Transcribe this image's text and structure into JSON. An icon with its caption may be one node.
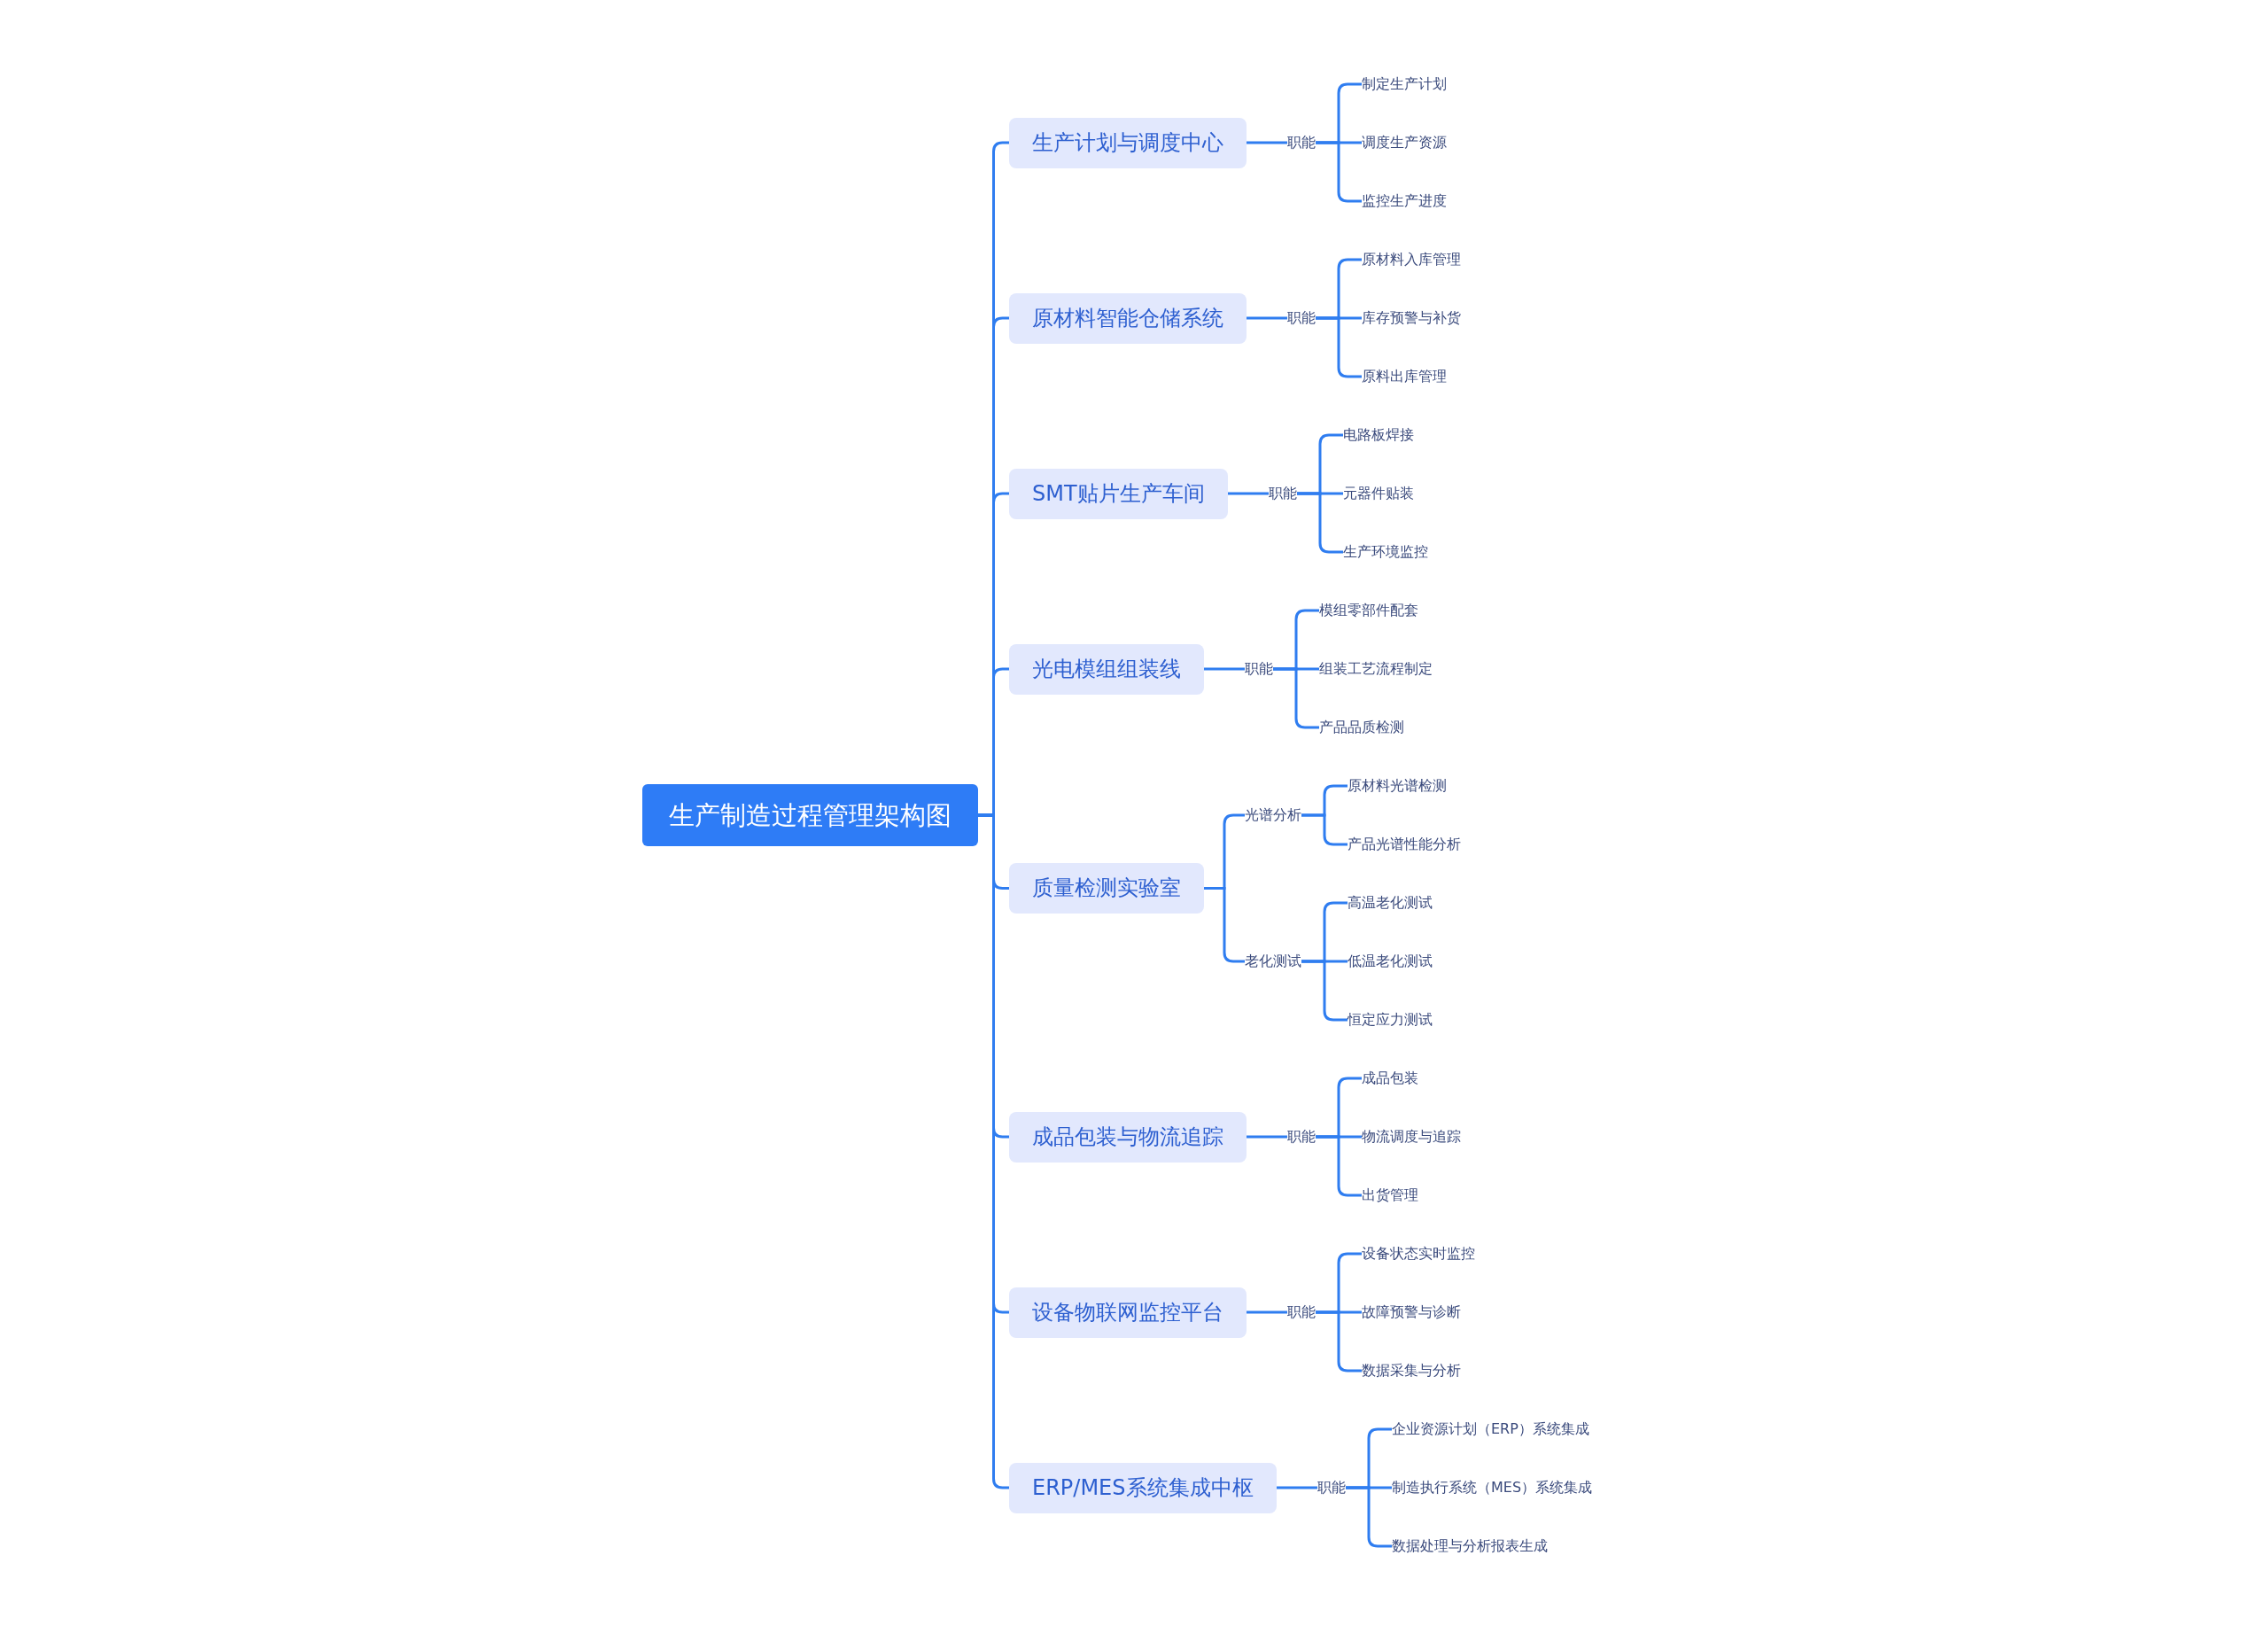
{
  "diagram": {
    "nodes": [
      {
        "text": [
          "生产制造过程管理架构图"
        ]
      },
      {
        "text": [
          "生产计划与调度中心"
        ]
      },
      {
        "text": [
          "职能"
        ]
      },
      {
        "text": [
          "制定生产计划"
        ]
      },
      {
        "text": [
          "调度生产资源"
        ]
      },
      {
        "text": [
          "监控生产进度"
        ]
      },
      {
        "text": [
          "原材料智能仓储系统"
        ]
      },
      {
        "text": [
          "职能"
        ]
      },
      {
        "text": [
          "原材料入库管理"
        ]
      },
      {
        "text": [
          "库存预警与补货"
        ]
      },
      {
        "text": [
          "原料出库管理"
        ]
      },
      {
        "text": [
          "SMT贴片生产车间"
        ]
      },
      {
        "text": [
          "职能"
        ]
      },
      {
        "text": [
          "电路板焊接"
        ]
      },
      {
        "text": [
          "元器件贴装"
        ]
      },
      {
        "text": [
          "生产环境监控"
        ]
      },
      {
        "text": [
          "光电模组组装线"
        ]
      },
      {
        "text": [
          "职能"
        ]
      },
      {
        "text": [
          "模组零部件配套"
        ]
      },
      {
        "text": [
          "组装工艺流程制定"
        ]
      },
      {
        "text": [
          "产品品质检测"
        ]
      },
      {
        "text": [
          "质量检测实验室"
        ]
      },
      {
        "text": [
          "光谱分析"
        ]
      },
      {
        "text": [
          "原材料光谱检测"
        ]
      },
      {
        "text": [
          "产品光谱性能分析"
        ]
      },
      {
        "text": [
          "老化测试"
        ]
      },
      {
        "text": [
          "高温老化测试"
        ]
      },
      {
        "text": [
          "低温老化测试"
        ]
      },
      {
        "text": [
          "恒定应力测试"
        ]
      },
      {
        "text": [
          "成品包装与物流追踪"
        ]
      },
      {
        "text": [
          "职能"
        ]
      },
      {
        "text": [
          "成品包装"
        ]
      },
      {
        "text": [
          "物流调度与追踪"
        ]
      },
      {
        "text": [
          "出货管理"
        ]
      },
      {
        "text": [
          "设备物联网监控平台"
        ]
      },
      {
        "text": [
          "职能"
        ]
      },
      {
        "text": [
          "设备状态实时监控"
        ]
      },
      {
        "text": [
          "故障预警与诊断"
        ]
      },
      {
        "text": [
          "数据采集与分析"
        ]
      },
      {
        "text": [
          "ERP/MES系统集成中枢"
        ]
      },
      {
        "text": [
          "职能"
        ]
      },
      {
        "text": [
          "企业资源计划（ERP）系统集成"
        ]
      },
      {
        "text": [
          "制造执行系统（MES）系统集成"
        ]
      },
      {
        "text": [
          "数据处理与分析报表生成"
        ]
      }
    ],
    "edges": [
      {
        "from": 0,
        "to": 1,
        "arrow": "none"
      },
      {
        "from": 1,
        "to": 2,
        "arrow": "none"
      },
      {
        "from": 2,
        "to": 3,
        "arrow": "none"
      },
      {
        "from": 2,
        "to": 4,
        "arrow": "none"
      },
      {
        "from": 2,
        "to": 5,
        "arrow": "none"
      },
      {
        "from": 0,
        "to": 6,
        "arrow": "none"
      },
      {
        "from": 6,
        "to": 7,
        "arrow": "none"
      },
      {
        "from": 7,
        "to": 8,
        "arrow": "none"
      },
      {
        "from": 7,
        "to": 9,
        "arrow": "none"
      },
      {
        "from": 7,
        "to": 10,
        "arrow": "none"
      },
      {
        "from": 0,
        "to": 11,
        "arrow": "none"
      },
      {
        "from": 11,
        "to": 12,
        "arrow": "none"
      },
      {
        "from": 12,
        "to": 13,
        "arrow": "none"
      },
      {
        "from": 12,
        "to": 14,
        "arrow": "none"
      },
      {
        "from": 12,
        "to": 15,
        "arrow": "none"
      },
      {
        "from": 0,
        "to": 16,
        "arrow": "none"
      },
      {
        "from": 16,
        "to": 17,
        "arrow": "none"
      },
      {
        "from": 17,
        "to": 18,
        "arrow": "none"
      },
      {
        "from": 17,
        "to": 19,
        "arrow": "none"
      },
      {
        "from": 17,
        "to": 20,
        "arrow": "none"
      },
      {
        "from": 0,
        "to": 21,
        "arrow": "none"
      },
      {
        "from": 21,
        "to": 22,
        "arrow": "none"
      },
      {
        "from": 22,
        "to": 23,
        "arrow": "none"
      },
      {
        "from": 22,
        "to": 24,
        "arrow": "none"
      },
      {
        "from": 21,
        "to": 25,
        "arrow": "none"
      },
      {
        "from": 25,
        "to": 26,
        "arrow": "none"
      },
      {
        "from": 25,
        "to": 27,
        "arrow": "none"
      },
      {
        "from": 25,
        "to": 28,
        "arrow": "none"
      },
      {
        "from": 0,
        "to": 29,
        "arrow": "none"
      },
      {
        "from": 29,
        "to": 30,
        "arrow": "none"
      },
      {
        "from": 30,
        "to": 31,
        "arrow": "none"
      },
      {
        "from": 30,
        "to": 32,
        "arrow": "none"
      },
      {
        "from": 30,
        "to": 33,
        "arrow": "none"
      },
      {
        "from": 0,
        "to": 34,
        "arrow": "none"
      },
      {
        "from": 34,
        "to": 35,
        "arrow": "none"
      },
      {
        "from": 35,
        "to": 36,
        "arrow": "none"
      },
      {
        "from": 35,
        "to": 37,
        "arrow": "none"
      },
      {
        "from": 35,
        "to": 38,
        "arrow": "none"
      },
      {
        "from": 0,
        "to": 39,
        "arrow": "none"
      },
      {
        "from": 39,
        "to": 40,
        "arrow": "none"
      },
      {
        "from": 40,
        "to": 41,
        "arrow": "none"
      },
      {
        "from": 40,
        "to": 42,
        "arrow": "none"
      },
      {
        "from": 40,
        "to": 43,
        "arrow": "none"
      }
    ]
  }
}
